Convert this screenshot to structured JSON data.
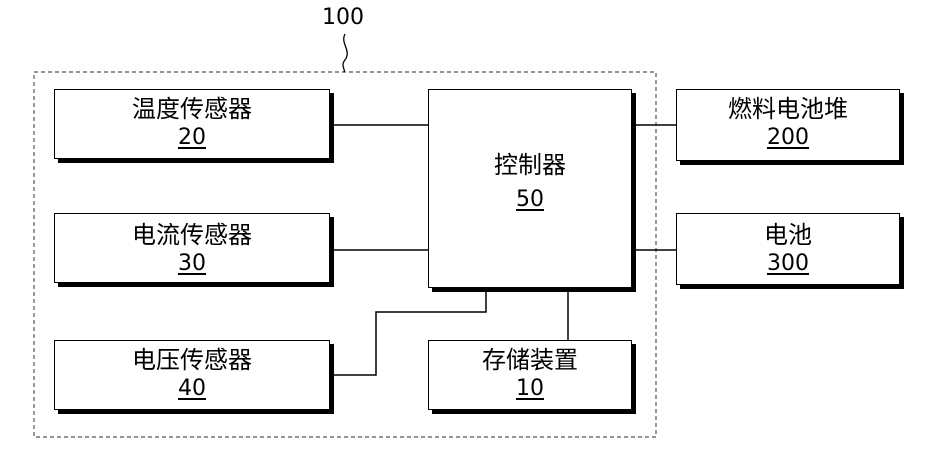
{
  "system": {
    "label": "100"
  },
  "blocks": {
    "temperature_sensor": {
      "name": "温度传感器",
      "number": "20"
    },
    "current_sensor": {
      "name": "电流传感器",
      "number": "30"
    },
    "voltage_sensor": {
      "name": "电压传感器",
      "number": "40"
    },
    "controller": {
      "name": "控制器",
      "number": "50"
    },
    "storage_device": {
      "name": "存储装置",
      "number": "10"
    },
    "fuel_cell_stack": {
      "name": "燃料电池堆",
      "number": "200"
    },
    "battery": {
      "name": "电池",
      "number": "300"
    }
  }
}
